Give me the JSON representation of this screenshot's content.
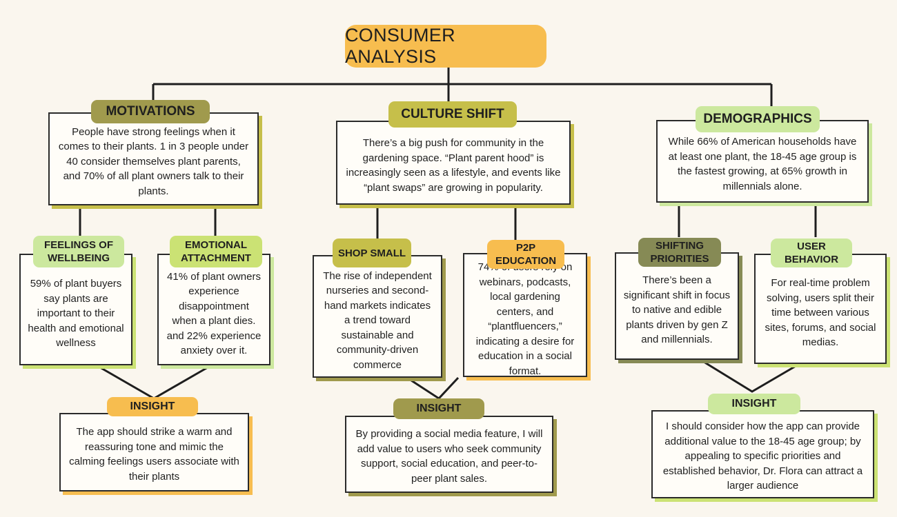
{
  "title": "CONSUMER ANALYSIS",
  "colors": {
    "background": "#faf6ee",
    "orange": "#f7bd4f",
    "olive": "#a09a4d",
    "mustard": "#c6bf4a",
    "light_green": "#cce89e",
    "lime": "#cbe274",
    "dark_olive": "#868a55",
    "line": "#1e1e1e"
  },
  "columns": [
    {
      "heading": "MOTIVATIONS",
      "text": "People have strong feelings when it comes to their plants. 1 in 3 people under 40 consider themselves plant parents, and 70% of all plant owners talk to their plants.",
      "subs": [
        {
          "heading": "FEELINGS OF WELLBEING",
          "text": "59% of plant buyers say plants are important to their health and emotional wellness"
        },
        {
          "heading": "EMOTIONAL ATTACHMENT",
          "text": "41% of plant owners experience disappointment when a plant dies. and 22% experience anxiety over it."
        }
      ],
      "insight": {
        "heading": "INSIGHT",
        "text": "The app should strike a warm and reassuring tone and mimic the calming feelings users associate with their plants"
      }
    },
    {
      "heading": "CULTURE SHIFT",
      "text": "There’s a big push for community in the gardening space. “Plant parent hood” is increasingly seen as a lifestyle, and events like “plant swaps” are growing in popularity.",
      "subs": [
        {
          "heading": "SHOP SMALL",
          "text": "The rise of independent nurseries and second-hand markets indicates a trend toward sustainable and community-driven commerce"
        },
        {
          "heading": "P2P EDUCATION",
          "text": "74% of users rely on webinars, podcasts, local gardening centers, and “plantfluencers,” indicating a desire for education in a social format."
        }
      ],
      "insight": {
        "heading": "INSIGHT",
        "text": "By providing a social media feature, I will add value to users who seek community support, social education, and peer-to-peer plant sales."
      }
    },
    {
      "heading": "DEMOGRAPHICS",
      "text": "While 66% of American households have at least one plant, the 18-45 age group is the fastest growing, at 65% growth in millennials alone.",
      "subs": [
        {
          "heading": "SHIFTING PRIORITIES",
          "text": "There’s been a significant shift in focus to native and edible plants driven by gen Z and millennials."
        },
        {
          "heading": "USER BEHAVIOR",
          "text": "For real-time problem solving, users split their time between various sites, forums, and social medias."
        }
      ],
      "insight": {
        "heading": "INSIGHT",
        "text": "I should consider how the app can provide additional value to the 18-45 age group; by appealing to specific priorities and established behavior, Dr. Flora can attract a larger audience"
      }
    }
  ]
}
